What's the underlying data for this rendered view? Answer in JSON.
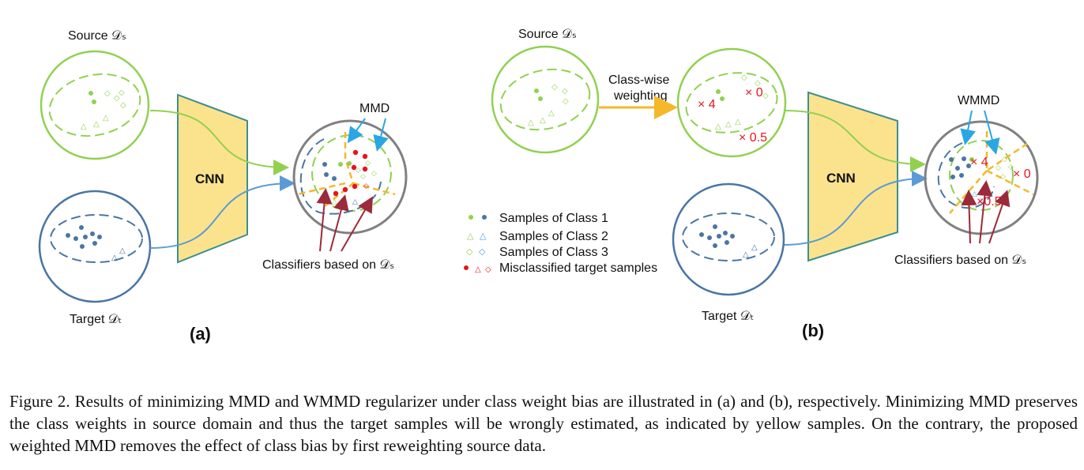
{
  "colors": {
    "green": "#92d050",
    "blue": "#4a75a4",
    "yellow_fill": "#fbe38e",
    "teal": "#3c8f8c",
    "arrow_blue": "#2aa7e3",
    "yellow_line": "#f5b82b",
    "red": "#e8141c",
    "dark_red": "#9b2a3a",
    "gray": "#808080"
  },
  "panel_a": {
    "source_label": "Source 𝒟ₛ",
    "target_label": "Target 𝒟ₜ",
    "cnn_label": "CNN",
    "mmd_label": "MMD",
    "classifiers_label": "Classifiers based on 𝒟ₛ",
    "panel_label": "(a)"
  },
  "panel_b": {
    "source_label": "Source 𝒟ₛ",
    "weighting_label_1": "Class-wise",
    "weighting_label_2": "weighting",
    "weight_1": "× 4",
    "weight_2": "× 0",
    "weight_3": "× 0.5",
    "target_label": "Target 𝒟ₜ",
    "cnn_label": "CNN",
    "wmmd_label": "WMMD",
    "res_weight_1": "× 4",
    "res_weight_2": "× 0",
    "res_weight_3": "×0.5",
    "classifiers_label": "Classifiers based on 𝒟ₛ",
    "panel_label": "(b)"
  },
  "legend": {
    "items": [
      "Samples of Class 1",
      "Samples of Class 2",
      "Samples of Class 3",
      "Misclassified target samples"
    ]
  },
  "caption": "Figure 2. Results of minimizing MMD and WMMD regularizer under class weight bias are illustrated in (a) and (b), respectively. Minimizing MMD preserves the class weights in source domain and thus the target samples will be wrongly estimated, as indicated by yellow samples. On the contrary, the proposed weighted MMD removes the effect of class bias by first reweighting source data."
}
